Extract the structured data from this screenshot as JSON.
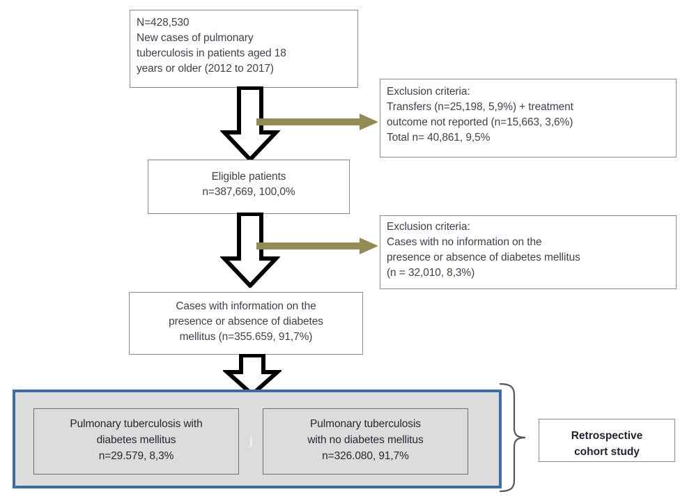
{
  "diagram": {
    "title": "Study population flow diagram",
    "type": "flowchart",
    "colors": {
      "box_border": "#8a8a8a",
      "box_text": "#3b4350",
      "olive_arrow": "#938a55",
      "block_arrow_outline": "#000000",
      "block_arrow_fill": "#ffffff",
      "container_border": "#3f6ca4",
      "container_fill": "#dcdcdc",
      "inner_box_fill": "#dcdcdc",
      "inner_box_border": "#6e6e6e"
    },
    "nodes": {
      "source_population": {
        "name": "source-population",
        "lines": [
          "N=428,530",
          "New cases of pulmonary",
          "tuberculosis in patients aged 18",
          "years or older (2012 to 2017)"
        ]
      },
      "exclusion_1": {
        "name": "exclusion-criteria-transfers",
        "lines": [
          "Exclusion criteria:",
          "Transfers (n=25,198, 5,9%) + treatment",
          "outcome not reported (n=15,663, 3,6%)",
          "Total n= 40,861, 9,5%"
        ]
      },
      "eligible": {
        "name": "eligible-patients",
        "lines": [
          "Eligible patients",
          "n=387,669, 100,0%"
        ]
      },
      "exclusion_2": {
        "name": "exclusion-criteria-no-diabetes-info",
        "lines": [
          "Exclusion criteria:",
          "Cases with no information on the",
          "presence or absence of diabetes mellitus",
          "(n = 32,010, 8,3%)"
        ]
      },
      "with_info": {
        "name": "cases-with-diabetes-information",
        "lines": [
          "Cases with information on the",
          "presence or absence of diabetes",
          "mellitus (n=355.659, 91,7%)"
        ]
      },
      "group_dm": {
        "name": "group-tb-with-diabetes",
        "lines": [
          "Pulmonary tuberculosis with",
          "diabetes mellitus",
          "n=29.579, 8,3%"
        ]
      },
      "group_no_dm": {
        "name": "group-tb-without-diabetes",
        "lines": [
          "Pulmonary tuberculosis",
          "with no diabetes mellitus",
          "n=326.080, 91,7%"
        ]
      },
      "study_design": {
        "name": "study-design-label",
        "lines": [
          "Retrospective",
          "cohort study"
        ]
      },
      "separator_mark": {
        "name": "separator-mark",
        "text": "j"
      }
    },
    "connectors": [
      {
        "name": "down-arrow-source-to-eligible",
        "icon": "block-arrow-down"
      },
      {
        "name": "olive-arrow-to-exclusion-1",
        "icon": "arrow-right"
      },
      {
        "name": "down-arrow-eligible-to-with-info",
        "icon": "block-arrow-down"
      },
      {
        "name": "olive-arrow-to-exclusion-2",
        "icon": "arrow-right"
      },
      {
        "name": "down-arrow-with-info-to-groups",
        "icon": "block-arrow-down"
      },
      {
        "name": "brace-groups-to-study-design",
        "icon": "curly-brace-right"
      }
    ]
  }
}
